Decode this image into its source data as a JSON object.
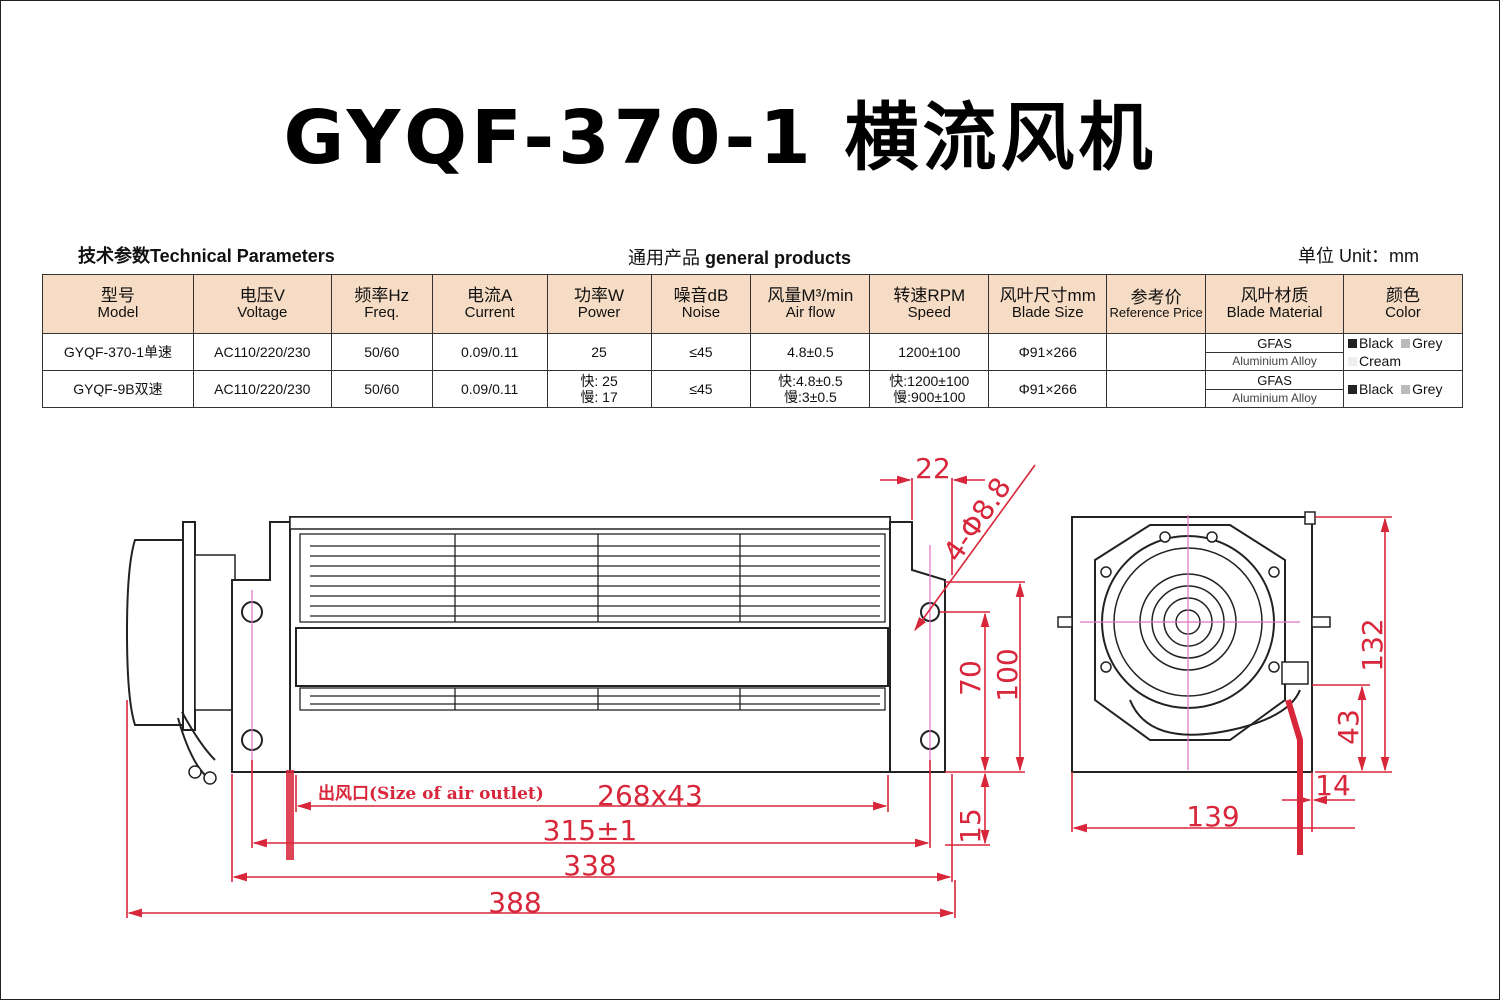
{
  "title": "GYQF-370-1 横流风机",
  "headers": {
    "tech_params": "技术参数Technical Parameters",
    "general_cn": "通用产品",
    "general_en": "general products",
    "unit": "单位 Unit：mm"
  },
  "columns": [
    {
      "cn": "型号",
      "en": "Model"
    },
    {
      "cn": "电压V",
      "en": "Voltage"
    },
    {
      "cn": "频率Hz",
      "en": "Freq."
    },
    {
      "cn": "电流A",
      "en": "Current"
    },
    {
      "cn": "功率W",
      "en": "Power"
    },
    {
      "cn": "噪音dB",
      "en": "Noise"
    },
    {
      "cn": "风量M³/min",
      "en": "Air flow"
    },
    {
      "cn": "转速RPM",
      "en": "Speed"
    },
    {
      "cn": "风叶尺寸mm",
      "en": "Blade Size"
    },
    {
      "cn": "参考价",
      "en": "Reference Price"
    },
    {
      "cn": "风叶材质",
      "en": "Blade Material"
    },
    {
      "cn": "颜色",
      "en": "Color"
    }
  ],
  "rows": [
    {
      "model": "GYQF-370-1单速",
      "voltage": "AC110/220/230",
      "freq": "50/60",
      "current": "0.09/0.11",
      "power": "25",
      "noise": "≤45",
      "airflow": "4.8±0.5",
      "speed": "1200±100",
      "blade_size": "Φ91×266",
      "price": "",
      "material_top": "GFAS",
      "material_bottom": "Aluminium Alloy",
      "colors": [
        "Black",
        "Grey",
        "Cream"
      ]
    },
    {
      "model": "GYQF-9B双速",
      "voltage": "AC110/220/230",
      "freq": "50/60",
      "current": "0.09/0.11",
      "power_fast": "快: 25",
      "power_slow": "慢: 17",
      "noise": "≤45",
      "airflow_fast": "快:4.8±0.5",
      "airflow_slow": "慢:3±0.5",
      "speed_fast": "快:1200±100",
      "speed_slow": "慢:900±100",
      "blade_size": "Φ91×266",
      "price": "",
      "material_top": "GFAS",
      "material_bottom": "Aluminium Alloy",
      "colors": [
        "Black",
        "Grey"
      ]
    }
  ],
  "swatches": {
    "Black": "#222222",
    "Grey": "#bbbbbb",
    "Cream": "#eeeeee"
  },
  "drawing": {
    "outlet_label": "出风口(Size of  air outlet)",
    "dims": {
      "d22": "22",
      "holes": "4-Φ8.8",
      "d70": "70",
      "d100": "100",
      "d268": "268x43",
      "d315": "315±1",
      "d338": "338",
      "d388": "388",
      "d15": "15",
      "d132": "132",
      "d43": "43",
      "d14": "14",
      "d139": "139"
    },
    "accent_color": "#d8263a"
  }
}
